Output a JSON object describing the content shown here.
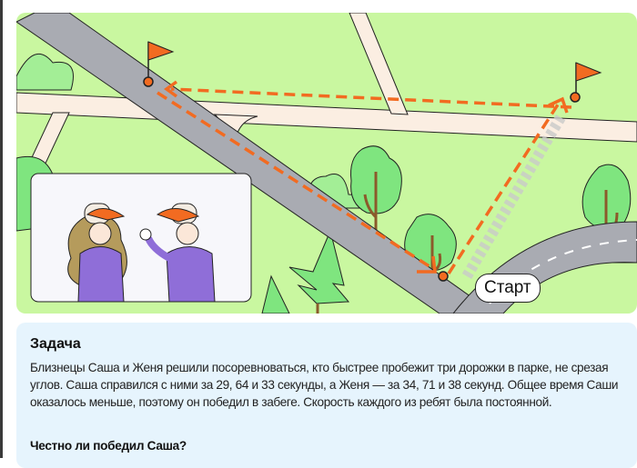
{
  "illustration": {
    "start_label": "Старт",
    "colors": {
      "grass": "#c9f7a0",
      "road": "#a9abb2",
      "path": "#fbeee2",
      "route": "#f26b21",
      "tree": "#7fe57f"
    }
  },
  "task": {
    "title": "Задача",
    "text": "Близнецы Саша и Женя решили посоревноваться, кто быстрее пробежит три дорожки в парке, не срезая углов. Саша справился с ними за 29, 64 и 33 секунды, а Женя — за 34, 71 и 38 секунд. Общее время Саши оказалось меньше, поэтому он победил в забеге. Скорость каждого из ребят была постоянной.",
    "question": "Честно ли победил Саша?"
  }
}
